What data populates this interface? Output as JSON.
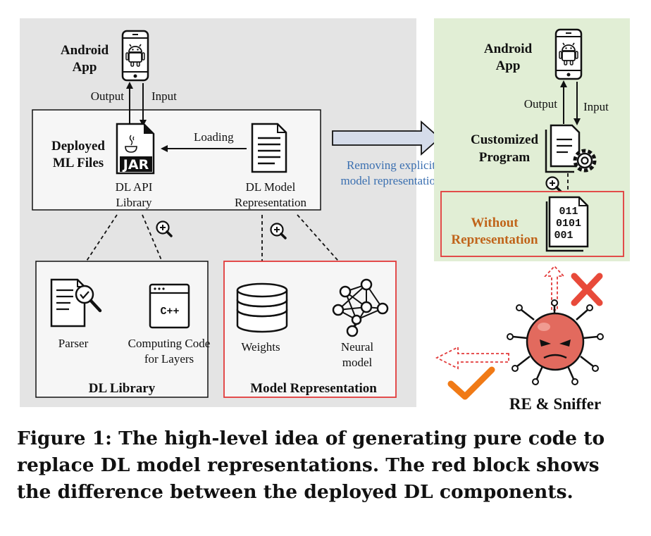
{
  "left_panel": {
    "app_label_line1": "Android",
    "app_label_line2": "App",
    "output_label": "Output",
    "input_label": "Input",
    "deployed_files_line1": "Deployed",
    "deployed_files_line2": "ML Files",
    "jar_text": "JAR",
    "loading_label": "Loading",
    "api_library_line1": "DL API",
    "api_library_line2": "Library",
    "model_repr_line1": "DL Model",
    "model_repr_line2": "Representation",
    "parser_label": "Parser",
    "computing_code_line1": "Computing Code",
    "computing_code_line2": "for Layers",
    "cpp_text": "C++",
    "dl_library_title": "DL Library",
    "weights_label": "Weights",
    "neural_line1": "Neural",
    "neural_line2": "model",
    "model_representation_title": "Model Representation"
  },
  "transition": {
    "line1": "Removing explicit",
    "line2": "model representation"
  },
  "right_panel": {
    "app_label_line1": "Android",
    "app_label_line2": "App",
    "output_label": "Output",
    "input_label": "Input",
    "program_line1": "Customized",
    "program_line2": "Program",
    "without_line1": "Without",
    "without_line2": "Representation",
    "binary_line1": "011",
    "binary_line2": "0101",
    "binary_line3": "001"
  },
  "attacker_label": "RE & Sniffer",
  "caption": "Figure 1: The high-level idea of generating pure code to replace DL model representations. The red block shows the difference between the deployed DL components.",
  "colors": {
    "left_panel_bg": "#e4e4e4",
    "right_panel_bg": "#e1eed5",
    "highlight_red": "#e23a3a",
    "arrow_blue": "#d5dcea",
    "text_blue": "#3a6fb0",
    "text_orange": "#c0641a",
    "check_orange": "#f07a16",
    "bug_red": "#e26a5e",
    "cross_red": "#e84a3a"
  },
  "icons": [
    "smartphone-icon",
    "android-robot-icon",
    "jar-file-icon",
    "document-icon",
    "parser-search-icon",
    "code-window-icon",
    "database-icon",
    "neural-network-icon",
    "zoom-in-icon",
    "program-gear-icon",
    "binary-file-icon",
    "bug-icon",
    "cross-icon",
    "check-icon"
  ]
}
